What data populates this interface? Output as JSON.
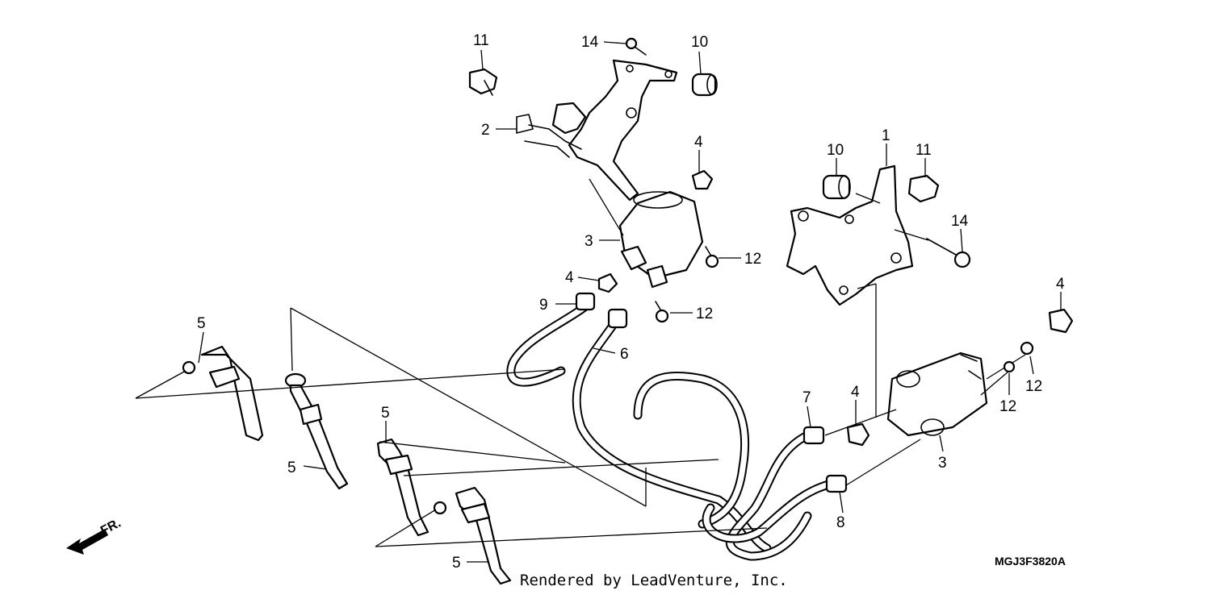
{
  "diagram": {
    "code": "MGJ3F3820A",
    "credit": "Rendered by LeadVenture, Inc.",
    "direction": "FR.",
    "callouts": {
      "c11a": "11",
      "c14a": "14",
      "c10a": "10",
      "c2": "2",
      "c4a": "4",
      "c10b": "10",
      "c1": "1",
      "c11b": "11",
      "c14b": "14",
      "c3a": "3",
      "c12a": "12",
      "c4b": "4",
      "c9": "9",
      "c12b": "12",
      "c4c": "4",
      "c5a": "5",
      "c6": "6",
      "c12c": "12",
      "c12d": "12",
      "c7": "7",
      "c4d": "4",
      "c5b": "5",
      "c5c": "5",
      "c3b": "3",
      "c8": "8",
      "c5d": "5"
    }
  }
}
